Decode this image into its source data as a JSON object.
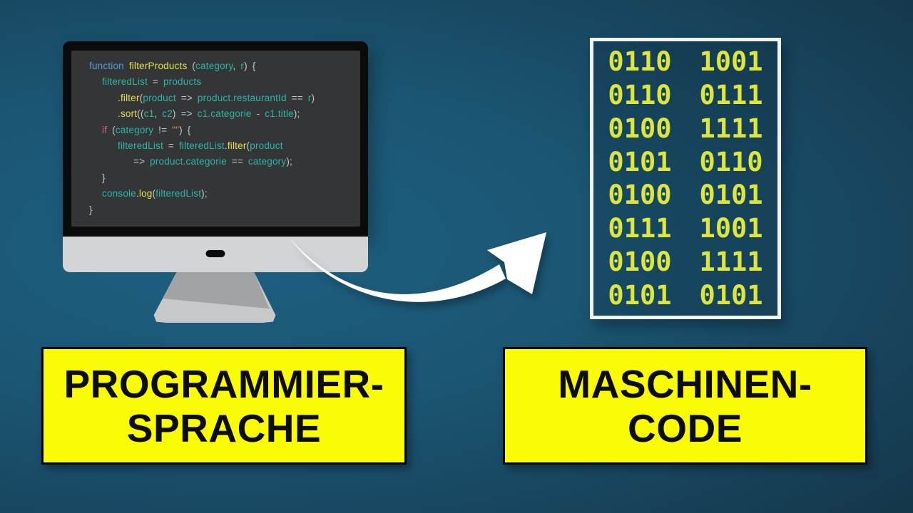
{
  "background": {
    "inner_color": "#1e5f80",
    "outer_color": "#142a38"
  },
  "monitor": {
    "code": {
      "colors": {
        "keyword": "#4f9fd4",
        "func": "#e6e14c",
        "var": "#2ab7a9",
        "punct": "#c9c9c9",
        "flow": "#dd5f96",
        "string": "#cf8f40"
      },
      "lines": [
        {
          "indent": 0,
          "tokens": [
            [
              "function ",
              "keyword"
            ],
            [
              "filterProducts",
              "func"
            ],
            [
              " (",
              "punct"
            ],
            [
              "category",
              "var"
            ],
            [
              ", ",
              "punct"
            ],
            [
              "r",
              "var"
            ],
            [
              ") {",
              "punct"
            ]
          ]
        },
        {
          "indent": 1,
          "tokens": [
            [
              "filteredList",
              "var"
            ],
            [
              " = ",
              "punct"
            ],
            [
              "products",
              "var"
            ]
          ]
        },
        {
          "indent": 2,
          "tokens": [
            [
              ".filter",
              "func"
            ],
            [
              "(",
              "punct"
            ],
            [
              "product",
              "var"
            ],
            [
              " => ",
              "punct"
            ],
            [
              "product.restaurantId",
              "var"
            ],
            [
              " == ",
              "punct"
            ],
            [
              "r",
              "var"
            ],
            [
              ")",
              "punct"
            ]
          ]
        },
        {
          "indent": 2,
          "tokens": [
            [
              ".sort",
              "func"
            ],
            [
              "((",
              "punct"
            ],
            [
              "c1",
              "var"
            ],
            [
              ", ",
              "punct"
            ],
            [
              "c2",
              "var"
            ],
            [
              ") => ",
              "punct"
            ],
            [
              "c1.categorie",
              "var"
            ],
            [
              " - ",
              "punct"
            ],
            [
              "c1.title",
              "var"
            ],
            [
              ");",
              "punct"
            ]
          ]
        },
        {
          "indent": 1,
          "tokens": [
            [
              "if",
              "flow"
            ],
            [
              " (",
              "punct"
            ],
            [
              "category",
              "var"
            ],
            [
              " != ",
              "punct"
            ],
            [
              "\"\"",
              "string"
            ],
            [
              ") {",
              "punct"
            ]
          ]
        },
        {
          "indent": 2,
          "tokens": [
            [
              "filteredList",
              "var"
            ],
            [
              " = ",
              "punct"
            ],
            [
              "filteredList",
              "var"
            ],
            [
              ".filter",
              "func"
            ],
            [
              "(",
              "punct"
            ],
            [
              "product",
              "var"
            ]
          ]
        },
        {
          "indent": 3,
          "tokens": [
            [
              "=> ",
              "punct"
            ],
            [
              "product.categorie",
              "var"
            ],
            [
              " == ",
              "punct"
            ],
            [
              "category",
              "var"
            ],
            [
              ");",
              "punct"
            ]
          ]
        },
        {
          "indent": 1,
          "tokens": [
            [
              "}",
              "punct"
            ]
          ]
        },
        {
          "indent": 1,
          "tokens": [
            [
              "console",
              "var"
            ],
            [
              ".log",
              "func"
            ],
            [
              "(",
              "punct"
            ],
            [
              "filteredList",
              "var"
            ],
            [
              ");",
              "punct"
            ]
          ]
        },
        {
          "indent": 0,
          "tokens": [
            [
              "}",
              "punct"
            ]
          ]
        }
      ]
    }
  },
  "binary_panel": {
    "digit_color": "#dce63e",
    "rows": [
      "0110 1001",
      "0110 0111",
      "0100 1111",
      "0101 0110",
      "0100 0101",
      "0111 1001",
      "0100 1111",
      "0101 0101"
    ]
  },
  "labels": {
    "bg_color": "#f9fc05",
    "left": {
      "line1": "PROGRAMMIER-",
      "line2": "SPRACHE"
    },
    "right": {
      "line1": "MASCHINEN-",
      "line2": "CODE"
    }
  },
  "arrow": {
    "color": "#ffffff"
  }
}
